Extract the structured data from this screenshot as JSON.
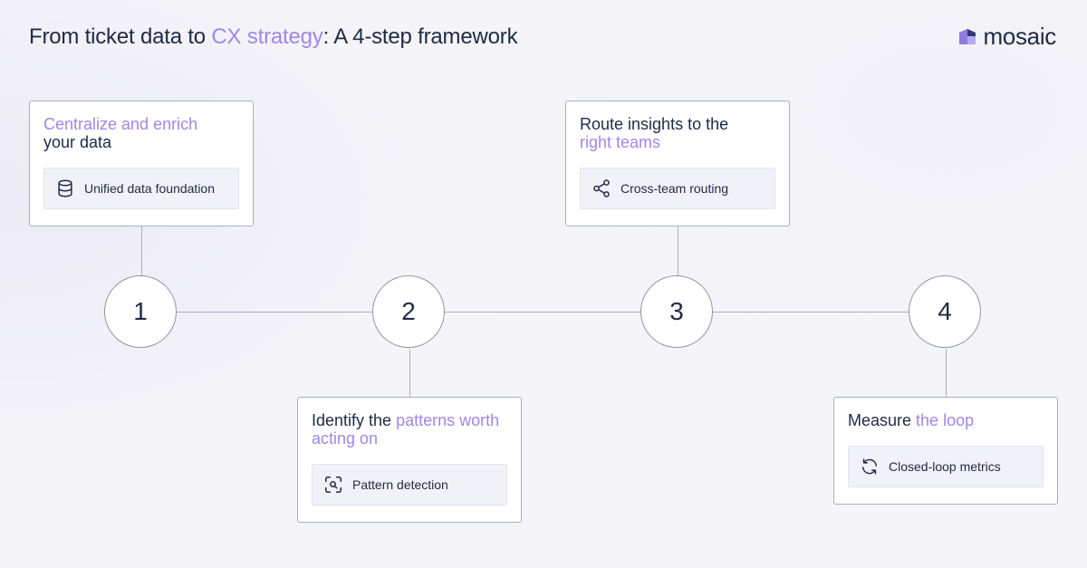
{
  "header": {
    "title_prefix": "From ticket data to ",
    "title_accent": "CX strategy",
    "title_suffix": ": A 4-step framework"
  },
  "logo": {
    "text": "mosaic",
    "icon": "mosaic-logo-icon"
  },
  "colors": {
    "accent": "#a187e6",
    "text": "#1f2a44",
    "line": "#aab0bc",
    "pill_bg": "#f1f1f8"
  },
  "steps": [
    {
      "number": "1",
      "title_accent_first": "Centralize and enrich",
      "title_plain_last": "your data",
      "pill_label": "Unified data foundation",
      "icon": "database-icon"
    },
    {
      "number": "2",
      "title_plain_first": "Identify the ",
      "title_accent_last": "patterns worth acting on",
      "pill_label": "Pattern detection",
      "icon": "scan-search-icon"
    },
    {
      "number": "3",
      "title_plain_first": "Route insights to the",
      "title_accent_last": "right teams",
      "pill_label": "Cross-team routing",
      "icon": "share-icon"
    },
    {
      "number": "4",
      "title_plain_first": "Measure ",
      "title_accent_last": "the loop",
      "pill_label": "Closed-loop metrics",
      "icon": "refresh-icon"
    }
  ]
}
